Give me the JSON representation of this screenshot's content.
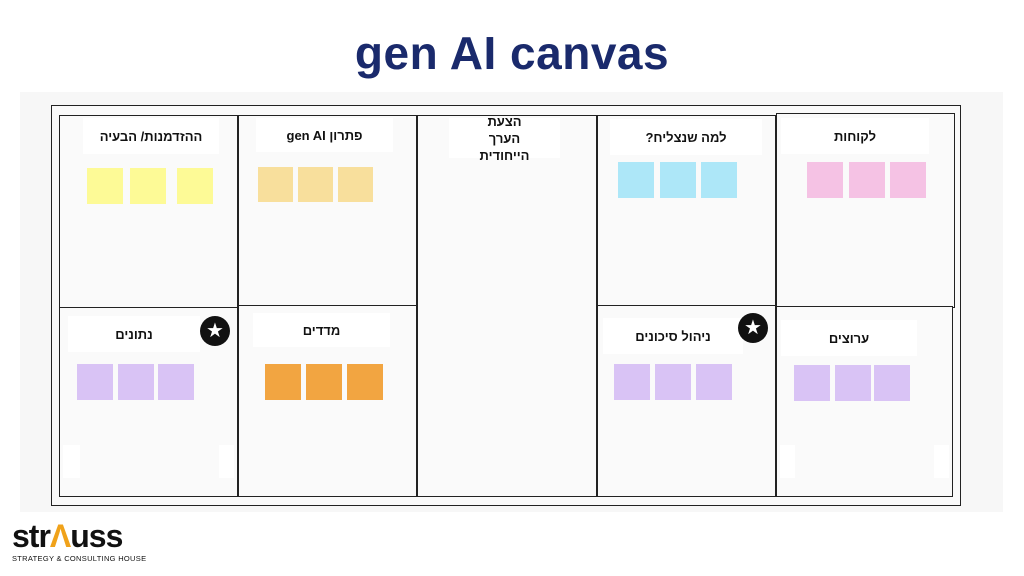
{
  "title": "gen AI canvas",
  "colors": {
    "yellow": "#fdfa96",
    "tan": "#f8df9c",
    "cyan": "#ade7f8",
    "pink": "#f5c2e4",
    "purple": "#d9c3f5",
    "orange": "#f2a541",
    "title": "#1a2a6c"
  },
  "sections": {
    "opportunity": {
      "label": "ההזדמנות/ הבעיה",
      "note_color": "yellow",
      "note_count": 3
    },
    "solution": {
      "label": "פתרון gen AI",
      "note_color": "tan",
      "note_count": 3
    },
    "value": {
      "label": "הצעת הערך הייחודית",
      "note_count": 0
    },
    "success": {
      "label": "למה שנצליח?",
      "note_color": "cyan",
      "note_count": 3
    },
    "customers": {
      "label": "לקוחות",
      "note_color": "pink",
      "note_count": 3
    },
    "data": {
      "label": "נתונים",
      "note_color": "purple",
      "note_count": 3,
      "icon": "star-icon"
    },
    "metrics": {
      "label": "מדדים",
      "note_color": "orange",
      "note_count": 3
    },
    "risk": {
      "label": "ניהול סיכונים",
      "note_color": "purple",
      "note_count": 3,
      "icon": "star-icon"
    },
    "channels": {
      "label": "ערוצים",
      "note_color": "purple",
      "note_count": 3
    }
  },
  "logo": {
    "word_start": "str",
    "word_accent": "Λ",
    "word_end": "uss",
    "subtitle": "STRATEGY & CONSULTING HOUSE"
  }
}
